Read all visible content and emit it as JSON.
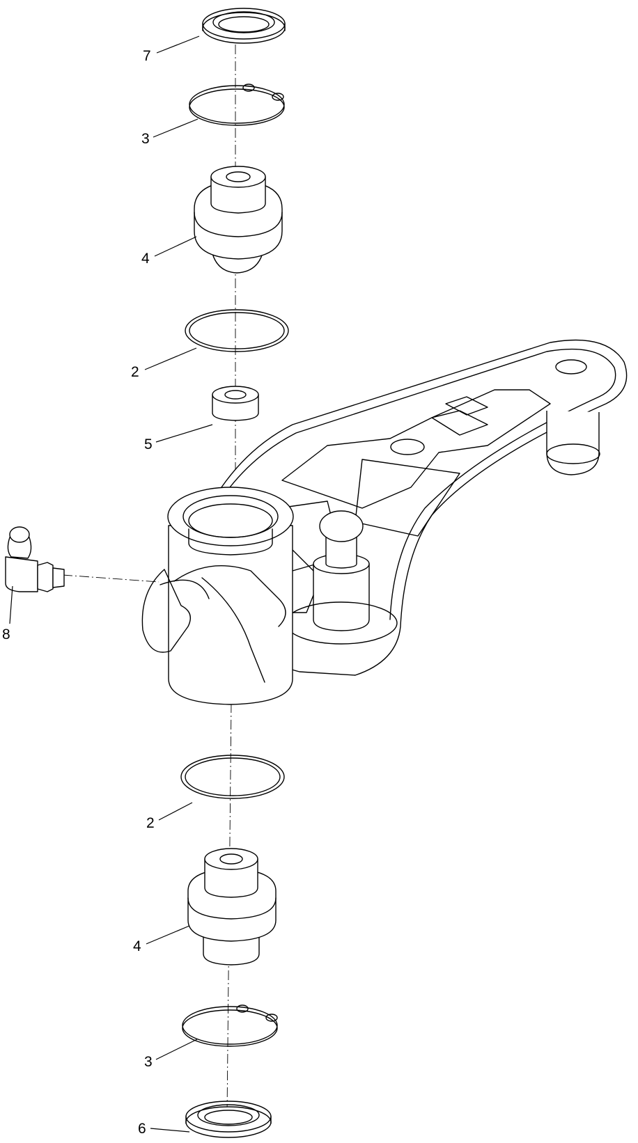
{
  "callouts": [
    {
      "id": "c7",
      "label": "7"
    },
    {
      "id": "c3a",
      "label": "3"
    },
    {
      "id": "c4a",
      "label": "4"
    },
    {
      "id": "c2a",
      "label": "2"
    },
    {
      "id": "c5",
      "label": "5"
    },
    {
      "id": "c8",
      "label": "8"
    },
    {
      "id": "c2b",
      "label": "2"
    },
    {
      "id": "c4b",
      "label": "4"
    },
    {
      "id": "c3b",
      "label": "3"
    },
    {
      "id": "c6",
      "label": "6"
    }
  ]
}
